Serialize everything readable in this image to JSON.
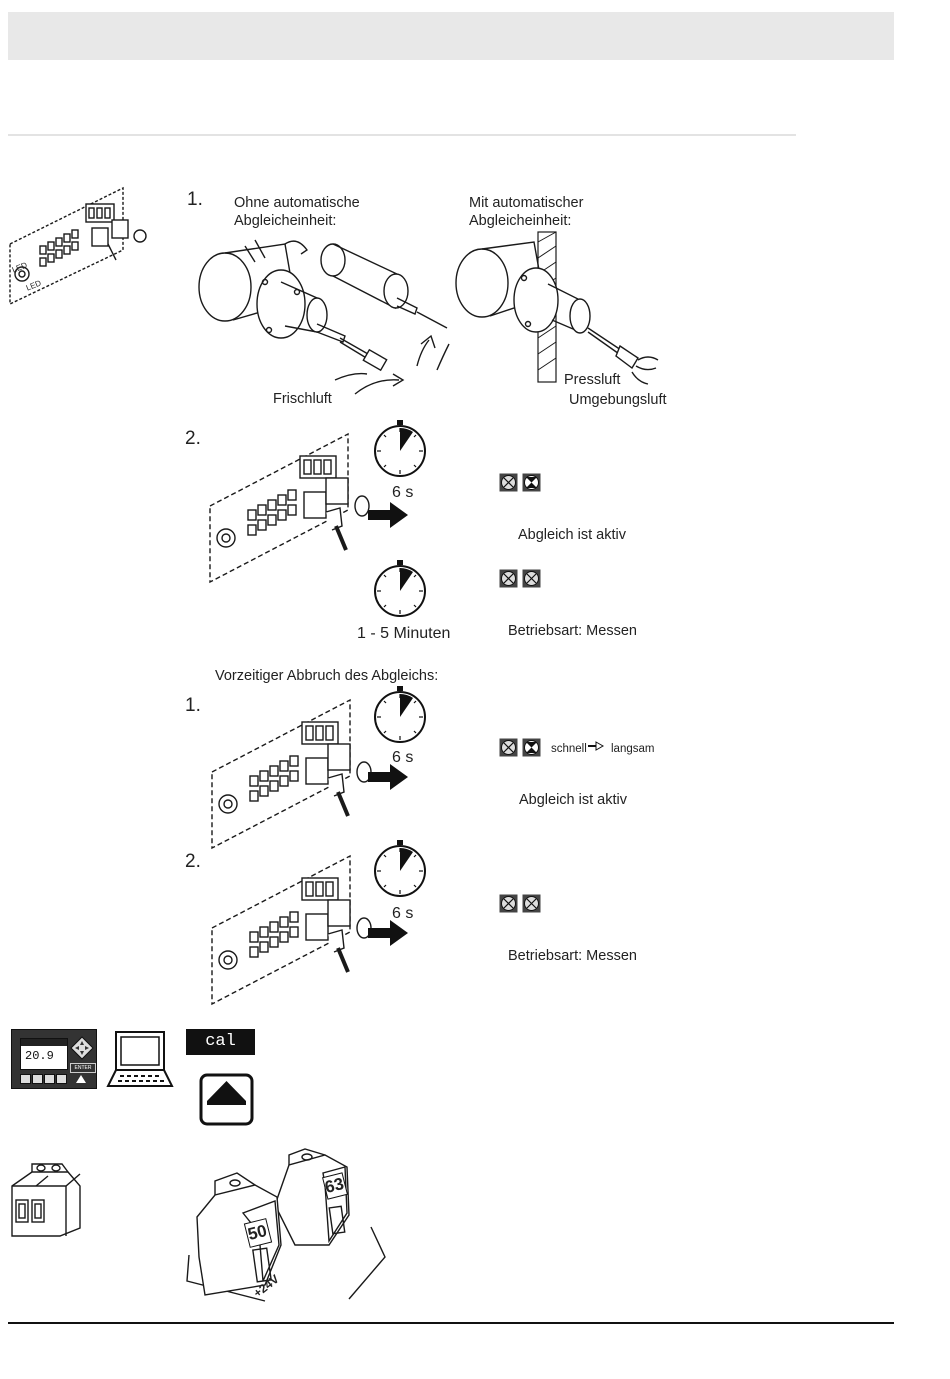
{
  "section1": {
    "step1": "1.",
    "without_line1": "Ohne automatische",
    "without_line2": "Abgleicheinheit:",
    "with_line1": "Mit automatischer",
    "with_line2": "Abgleicheinheit:",
    "frischluft": "Frischluft",
    "pressluft": "Pressluft",
    "umgebungsluft": "Umgebungsluft"
  },
  "section2": {
    "step2": "2.",
    "timer1": "6 s",
    "status_active": "Abgleich ist aktiv",
    "timer2": "1 - 5 Minuten",
    "status_measure": "Betriebsart: Messen"
  },
  "abort": {
    "heading": "Vorzeitiger Abbruch des Abgleichs:",
    "step1": "1.",
    "timer1": "6 s",
    "schnell": "schnell",
    "langsam": "langsam",
    "status_active": "Abgleich ist aktiv",
    "step2": "2.",
    "timer2": "6 s",
    "status_measure": "Betriebsart: Messen"
  },
  "device": {
    "display_value": "20.9",
    "enter_label": "ENTER",
    "cal_label": "cal"
  },
  "terminals": {
    "num_50": "50",
    "num_63": "63",
    "voltage": "+24V"
  },
  "led_labels": {
    "led_a": "LED",
    "led_b": "LED"
  },
  "icon_names": [
    "led-off-icon",
    "led-blink-icon",
    "stopwatch-icon",
    "push-arrow-icon",
    "up-arrow-key-icon",
    "laptop-icon"
  ]
}
